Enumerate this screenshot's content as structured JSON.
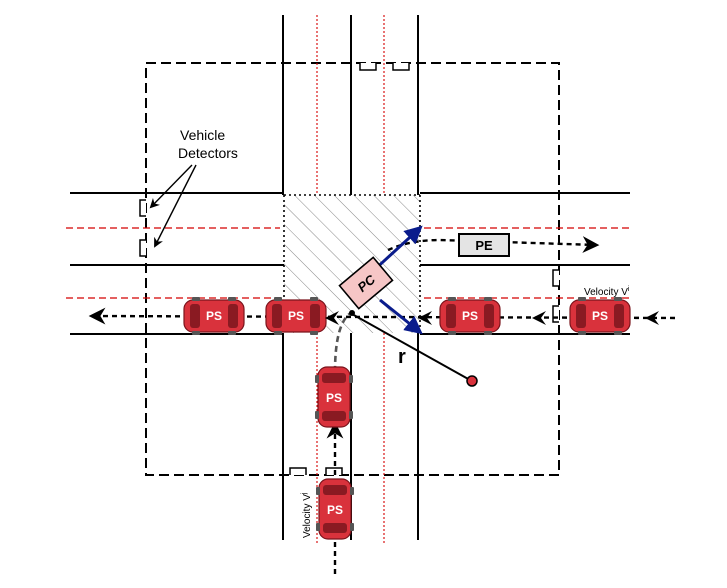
{
  "labels": {
    "detectors_line1": "Vehicle",
    "detectors_line2": "Detectors",
    "velocity_right": "Velocity V",
    "velocity_right_sup": "i",
    "velocity_bottom": "Velocity V",
    "velocity_bottom_sup": "j",
    "radius": "r"
  },
  "vehicles": {
    "ps_label": "PS",
    "pc_label": "PC",
    "pe_label": "PE"
  },
  "colors": {
    "road": "#000000",
    "lane_divider": "#d40000",
    "car_body": "#d9323c",
    "car_dark": "#8a1a22",
    "pc_fill": "#f6c6c6",
    "pe_fill": "#e4e4e4",
    "vector": "#0a1c8c",
    "target_dot": "#d9323c"
  }
}
